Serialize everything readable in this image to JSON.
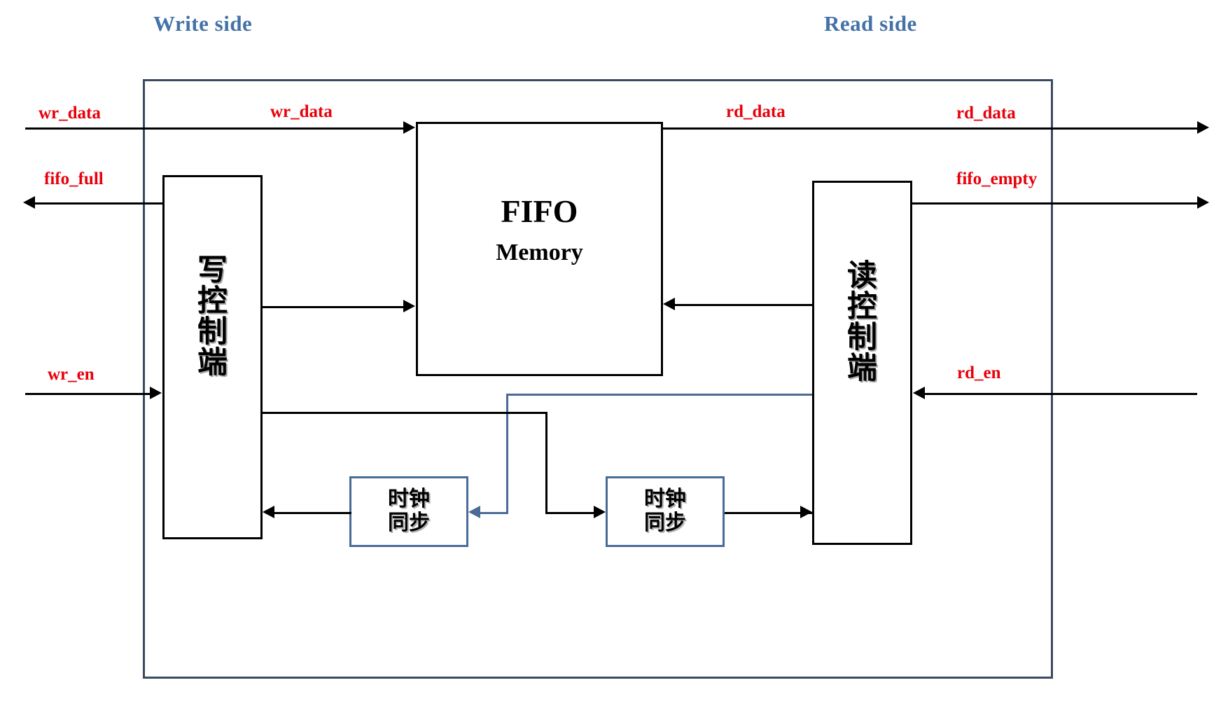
{
  "diagram": {
    "title_write_side": "Write side",
    "title_read_side": "Read side",
    "blocks": {
      "fifo_memory_line1": "FIFO",
      "fifo_memory_line2": "Memory",
      "write_control": [
        "写",
        "控",
        "制",
        "端"
      ],
      "read_control": [
        "读",
        "控",
        "制",
        "端"
      ],
      "clock_sync_left": [
        "时钟",
        "同步"
      ],
      "clock_sync_right": [
        "时钟",
        "同步"
      ]
    },
    "signals": {
      "wr_data_external": "wr_data",
      "wr_data_internal": "wr_data",
      "rd_data_internal": "rd_data",
      "rd_data_external": "rd_data",
      "fifo_full": "fifo_full",
      "fifo_empty": "fifo_empty",
      "wr_en": "wr_en",
      "rd_en": "rd_en"
    },
    "colors": {
      "signal_text": "#e8000b",
      "side_title": "#4472a8",
      "boundary": "#3b4a60",
      "sync_block_border": "#4a6b96",
      "block_border": "#000000",
      "background": "#ffffff"
    }
  }
}
